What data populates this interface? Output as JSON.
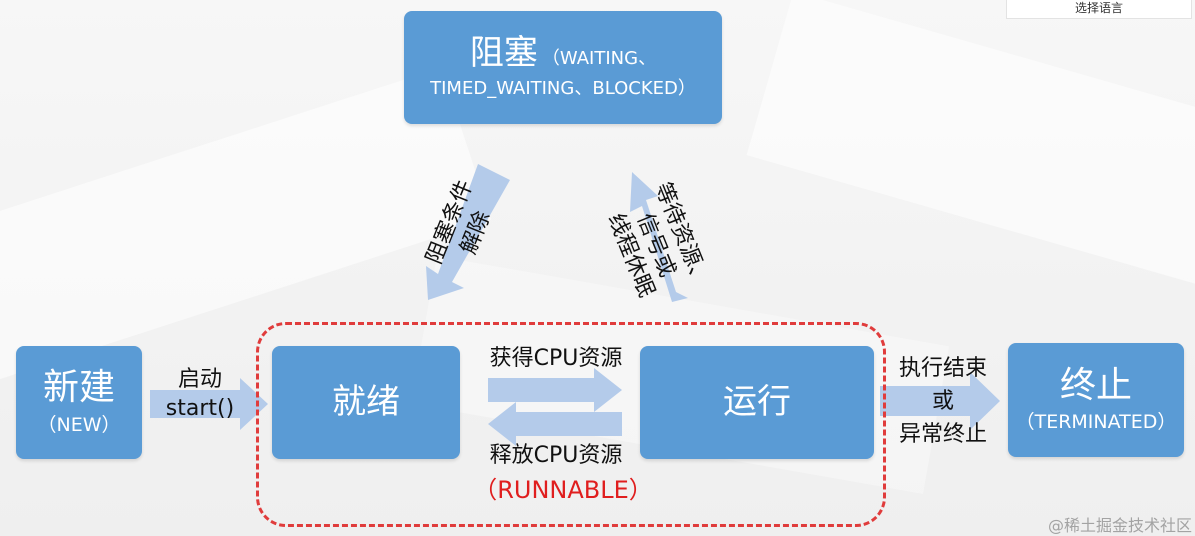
{
  "states": {
    "blocked": {
      "title": "阻塞",
      "detail_line1": "（WAITING、",
      "detail_line2": "TIMED_WAITING、BLOCKED）"
    },
    "new": {
      "title": "新建",
      "detail": "（NEW）"
    },
    "ready": {
      "title": "就绪"
    },
    "running": {
      "title": "运行"
    },
    "terminated": {
      "title": "终止",
      "detail": "（TERMINATED）"
    }
  },
  "transitions": {
    "start_line1": "启动",
    "start_line2": "start()",
    "get_cpu": "获得CPU资源",
    "release_cpu": "释放CPU资源",
    "end_line1": "执行结束",
    "end_line2": "或",
    "end_line3": "异常终止",
    "unblock_line1": "阻塞条件",
    "unblock_line2": "解除",
    "wait_line1": "等待资源、",
    "wait_line2": "信号或",
    "wait_line3": "线程休眠"
  },
  "runnable_label": "（RUNNABLE）",
  "ui": {
    "language_tab": "选择语言",
    "watermark": "@稀土掘金技术社区"
  },
  "colors": {
    "box_fill": "#5a9bd5",
    "arrow_fill": "#b4cbea",
    "runnable_border": "#e03c3c",
    "runnable_text": "#e01e1e"
  }
}
